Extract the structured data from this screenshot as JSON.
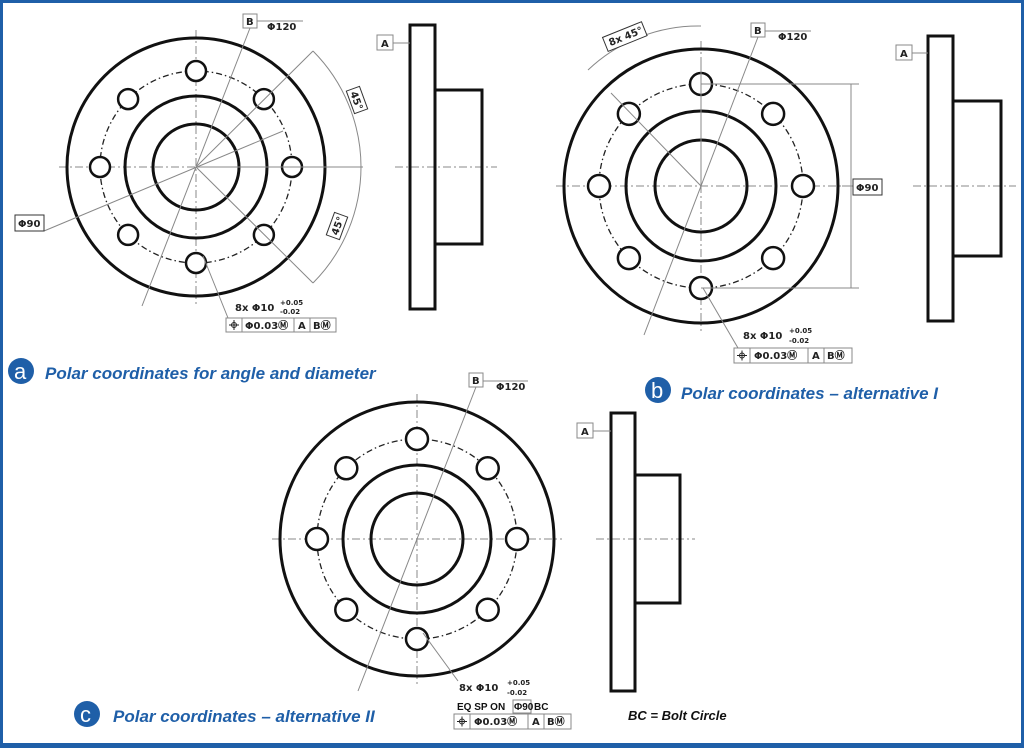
{
  "views": [
    {
      "letter": "a",
      "caption": "Polar coordinates for angle and diameter",
      "datum_a": "A",
      "datum_b": "B",
      "outer_diameter": "Φ120",
      "bolt_circle_diameter": "Φ90",
      "angle_1": "45°",
      "angle_2": "45°",
      "hole_callout": "8x Φ10",
      "tol_upper": "+0.05",
      "tol_lower": "-0.02",
      "fcf": {
        "symbol": "position-icon",
        "tolerance": "Φ0.03Ⓜ",
        "datum1": "A",
        "datum2": "BⓂ"
      }
    },
    {
      "letter": "b",
      "caption": "Polar coordinates – alternative I",
      "datum_a": "A",
      "datum_b": "B",
      "outer_diameter": "Φ120",
      "bolt_circle_diameter": "Φ90",
      "angle": "8x 45°",
      "hole_callout": "8x Φ10",
      "tol_upper": "+0.05",
      "tol_lower": "-0.02",
      "fcf": {
        "symbol": "position-icon",
        "tolerance": "Φ0.03Ⓜ",
        "datum1": "A",
        "datum2": "BⓂ"
      }
    },
    {
      "letter": "c",
      "caption": "Polar coordinates – alternative II",
      "datum_a": "A",
      "datum_b": "B",
      "outer_diameter": "Φ120",
      "hole_callout": "8x Φ10",
      "tol_upper": "+0.05",
      "tol_lower": "-0.02",
      "eq_sp_prefix": "EQ SP ON",
      "eq_sp_basic": "Φ90",
      "eq_sp_suffix": "BC",
      "fcf": {
        "symbol": "position-icon",
        "tolerance": "Φ0.03Ⓜ",
        "datum1": "A",
        "datum2": "BⓂ"
      }
    }
  ],
  "legend_note": "BC = Bolt Circle",
  "colors": {
    "accent": "#1f5fa8",
    "line": "#111111",
    "thin": "#777777"
  }
}
